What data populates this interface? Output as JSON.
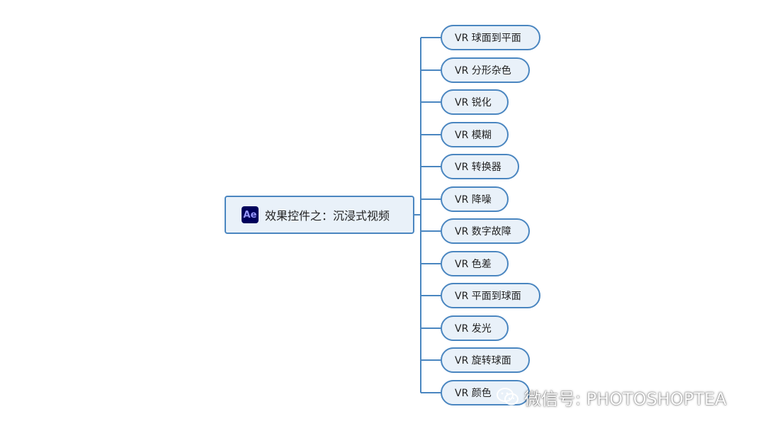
{
  "root": {
    "icon_text": "Ae",
    "label": "效果控件之：沉浸式视频"
  },
  "branches": [
    {
      "label": "VR 球面到平面"
    },
    {
      "label": "VR 分形杂色"
    },
    {
      "label": "VR 锐化"
    },
    {
      "label": "VR 模糊"
    },
    {
      "label": "VR 转换器"
    },
    {
      "label": "VR 降噪"
    },
    {
      "label": "VR 数字故障"
    },
    {
      "label": "VR 色差"
    },
    {
      "label": "VR 平面到球面"
    },
    {
      "label": "VR 发光"
    },
    {
      "label": "VR 旋转球面"
    },
    {
      "label": "VR 颜色"
    }
  ],
  "watermark": {
    "text": "微信号: PHOTOSHOPTEA",
    "icon": "wechat-icon"
  },
  "colors": {
    "node_border": "#4a86c0",
    "node_fill": "#e9f1f9",
    "connector": "#4a86c0",
    "ae_icon_bg": "#00005b",
    "ae_icon_text": "#9999ff"
  }
}
